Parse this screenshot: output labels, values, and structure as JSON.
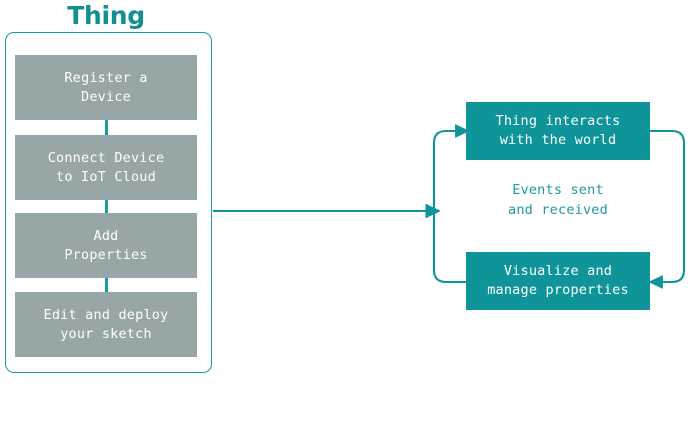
{
  "diagram": {
    "title": "Thing",
    "accent_color": "#0f9599",
    "accent_border_color": "#1a9ba0",
    "step_box_color": "#97a6a6",
    "background_color": "#ffffff",
    "text_on_fill_color": "#ffffff",
    "thing_group": {
      "label": "Thing",
      "steps": [
        {
          "id": "register-a-device",
          "label": "Register a\nDevice"
        },
        {
          "id": "connect-device-to-iot-cloud",
          "label": "Connect Device\nto IoT Cloud"
        },
        {
          "id": "add-properties",
          "label": "Add\nProperties"
        },
        {
          "id": "edit-and-deploy-your-sketch",
          "label": "Edit and deploy\nyour sketch"
        }
      ]
    },
    "transition_arrow": {
      "id": "thing-to-cycle-arrow",
      "direction": "right"
    },
    "cycle": {
      "top_node": {
        "id": "thing-interacts-with-the-world",
        "label": "Thing interacts\nwith the world"
      },
      "bottom_node": {
        "id": "visualize-and-manage-properties",
        "label": "Visualize and\nmanage properties"
      },
      "caption": "Events sent\nand received",
      "arrows": [
        {
          "id": "cycle-arrow-right-down",
          "from": "thing-interacts-with-the-world",
          "to": "visualize-and-manage-properties",
          "side": "right"
        },
        {
          "id": "cycle-arrow-left-up",
          "from": "visualize-and-manage-properties",
          "to": "thing-interacts-with-the-world",
          "side": "left"
        }
      ]
    }
  }
}
